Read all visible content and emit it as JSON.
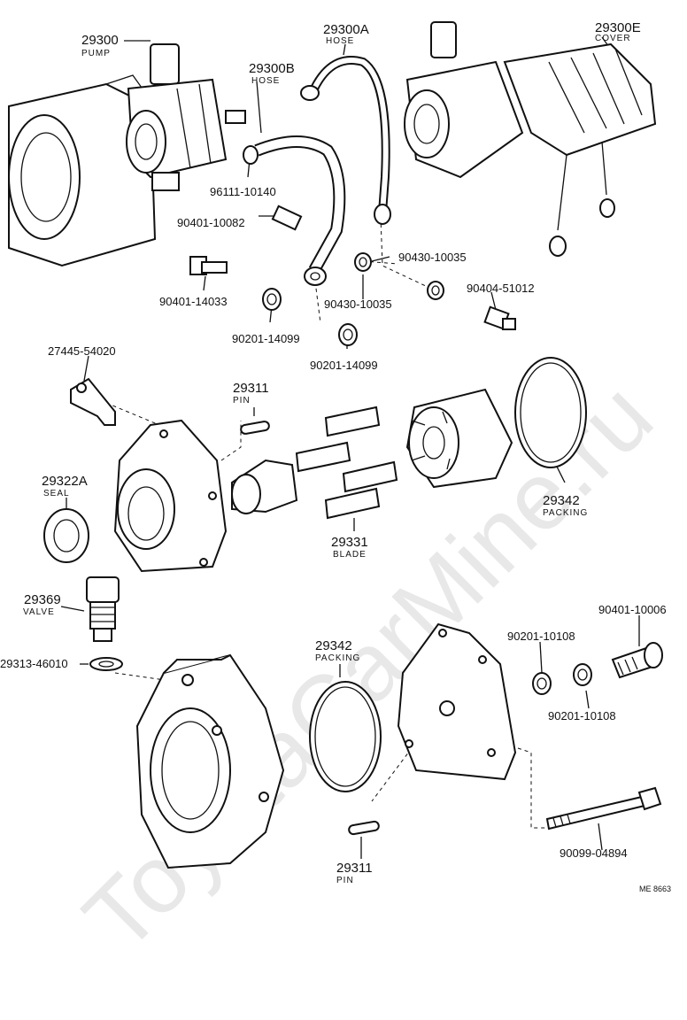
{
  "diagram": {
    "watermark": "ToyotaCarMine.ru",
    "reference": "ME 8663",
    "parts": [
      {
        "part_no": "29300",
        "name": "PUMP"
      },
      {
        "part_no": "29300A",
        "name": "HOSE"
      },
      {
        "part_no": "29300B",
        "name": "HOSE"
      },
      {
        "part_no": "29300E",
        "name": "COVER"
      },
      {
        "part_no": "96111-10140"
      },
      {
        "part_no": "90401-10082"
      },
      {
        "part_no": "90401-14033"
      },
      {
        "part_no": "90430-10035"
      },
      {
        "part_no": "90430-10035"
      },
      {
        "part_no": "90404-51012"
      },
      {
        "part_no": "90201-14099"
      },
      {
        "part_no": "90201-14099"
      },
      {
        "part_no": "27445-54020"
      },
      {
        "part_no": "29311",
        "name": "PIN"
      },
      {
        "part_no": "29322A",
        "name": "SEAL"
      },
      {
        "part_no": "29331",
        "name": "BLADE"
      },
      {
        "part_no": "29342",
        "name": "PACKING"
      },
      {
        "part_no": "29369",
        "name": "VALVE"
      },
      {
        "part_no": "29313-46010"
      },
      {
        "part_no": "29342",
        "name": "PACKING"
      },
      {
        "part_no": "90201-10108"
      },
      {
        "part_no": "90201-10108"
      },
      {
        "part_no": "90401-10006"
      },
      {
        "part_no": "29311",
        "name": "PIN"
      },
      {
        "part_no": "90099-04894"
      }
    ]
  }
}
